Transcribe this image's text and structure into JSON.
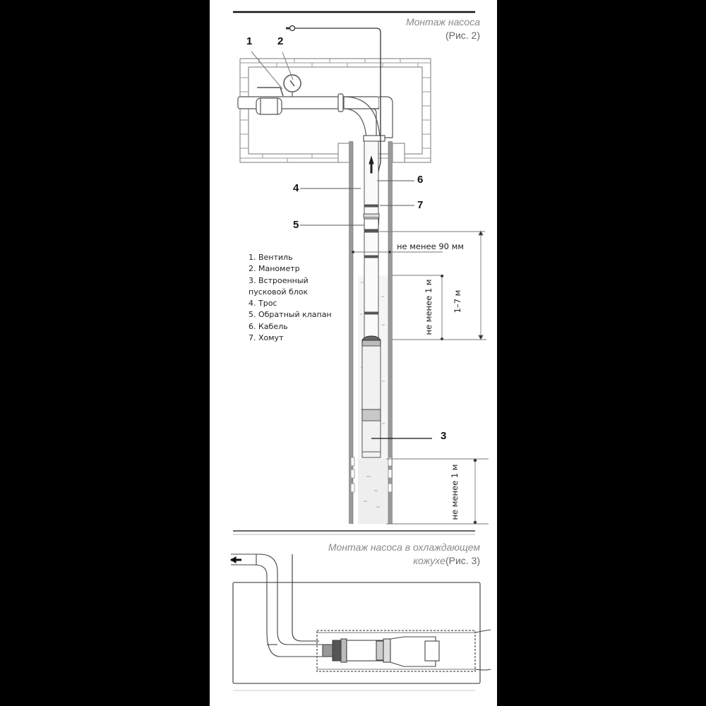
{
  "figure2": {
    "title": "Монтаж насоса",
    "figure_ref": "(Рис. 2)",
    "callouts": [
      "1",
      "2",
      "3",
      "4",
      "5",
      "6",
      "7"
    ],
    "legend": [
      "1. Вентиль",
      "2. Манометр",
      "3. Встроенный",
      "пусковой блок",
      "4. Трос",
      "5. Обратный клапан",
      "6. Кабель",
      "7. Хомут"
    ],
    "dimensions": {
      "well_diameter": "не менее 90 мм",
      "clamp_spacing": "не менее 1 м",
      "depth_range": "1–7 м",
      "bottom_clearance": "не менее 1 м"
    }
  },
  "figure3": {
    "title_line1": "Монтаж насоса в охлаждающем",
    "title_line2": "кожухе",
    "figure_ref": "(Рис. 3)"
  },
  "colors": {
    "background": "#000000",
    "page": "#ffffff",
    "line": "#333333",
    "wall": "#8f8f8f",
    "water": "#ececec",
    "title": "#8a8a8a"
  }
}
